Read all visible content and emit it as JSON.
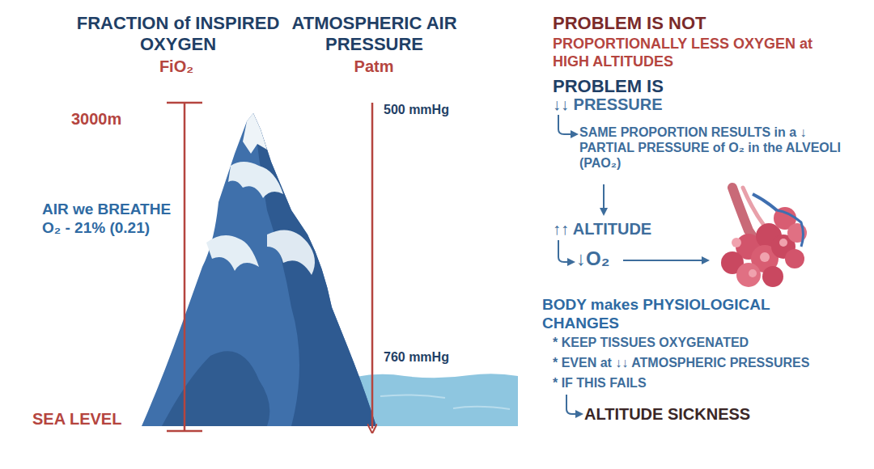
{
  "diagram": {
    "labels": [
      "FRACTION of INSPIRED OXYGEN",
      "FiO₂",
      "ATMOSPHERIC AIR PRESSURE",
      "Patm",
      "3000m",
      "500 mmHg",
      "AIR we BREATHE O₂ - 21% (0.21)",
      "760 mmHg",
      "SEA LEVEL",
      "PROBLEM IS NOT",
      "PROPORTIONALLY LESS OXYGEN at HIGH ALTITUDES",
      "PROBLEM IS",
      "↓↓ PRESSURE",
      "SAME PROPORTION RESULTS in a ↓ PARTIAL PRESSURE of O₂ in the ALVEOLI (PAO₂)",
      "↑↑ ALTITUDE",
      "↓O₂",
      "BODY makes PHYSIOLOGICAL CHANGES",
      "* KEEP TISSUES OXYGENATED",
      "* EVEN at ↓↓ ATMOSPHERIC PRESSURES",
      "* IF THIS FAILS",
      "ALTITUDE SICKNESS"
    ]
  }
}
